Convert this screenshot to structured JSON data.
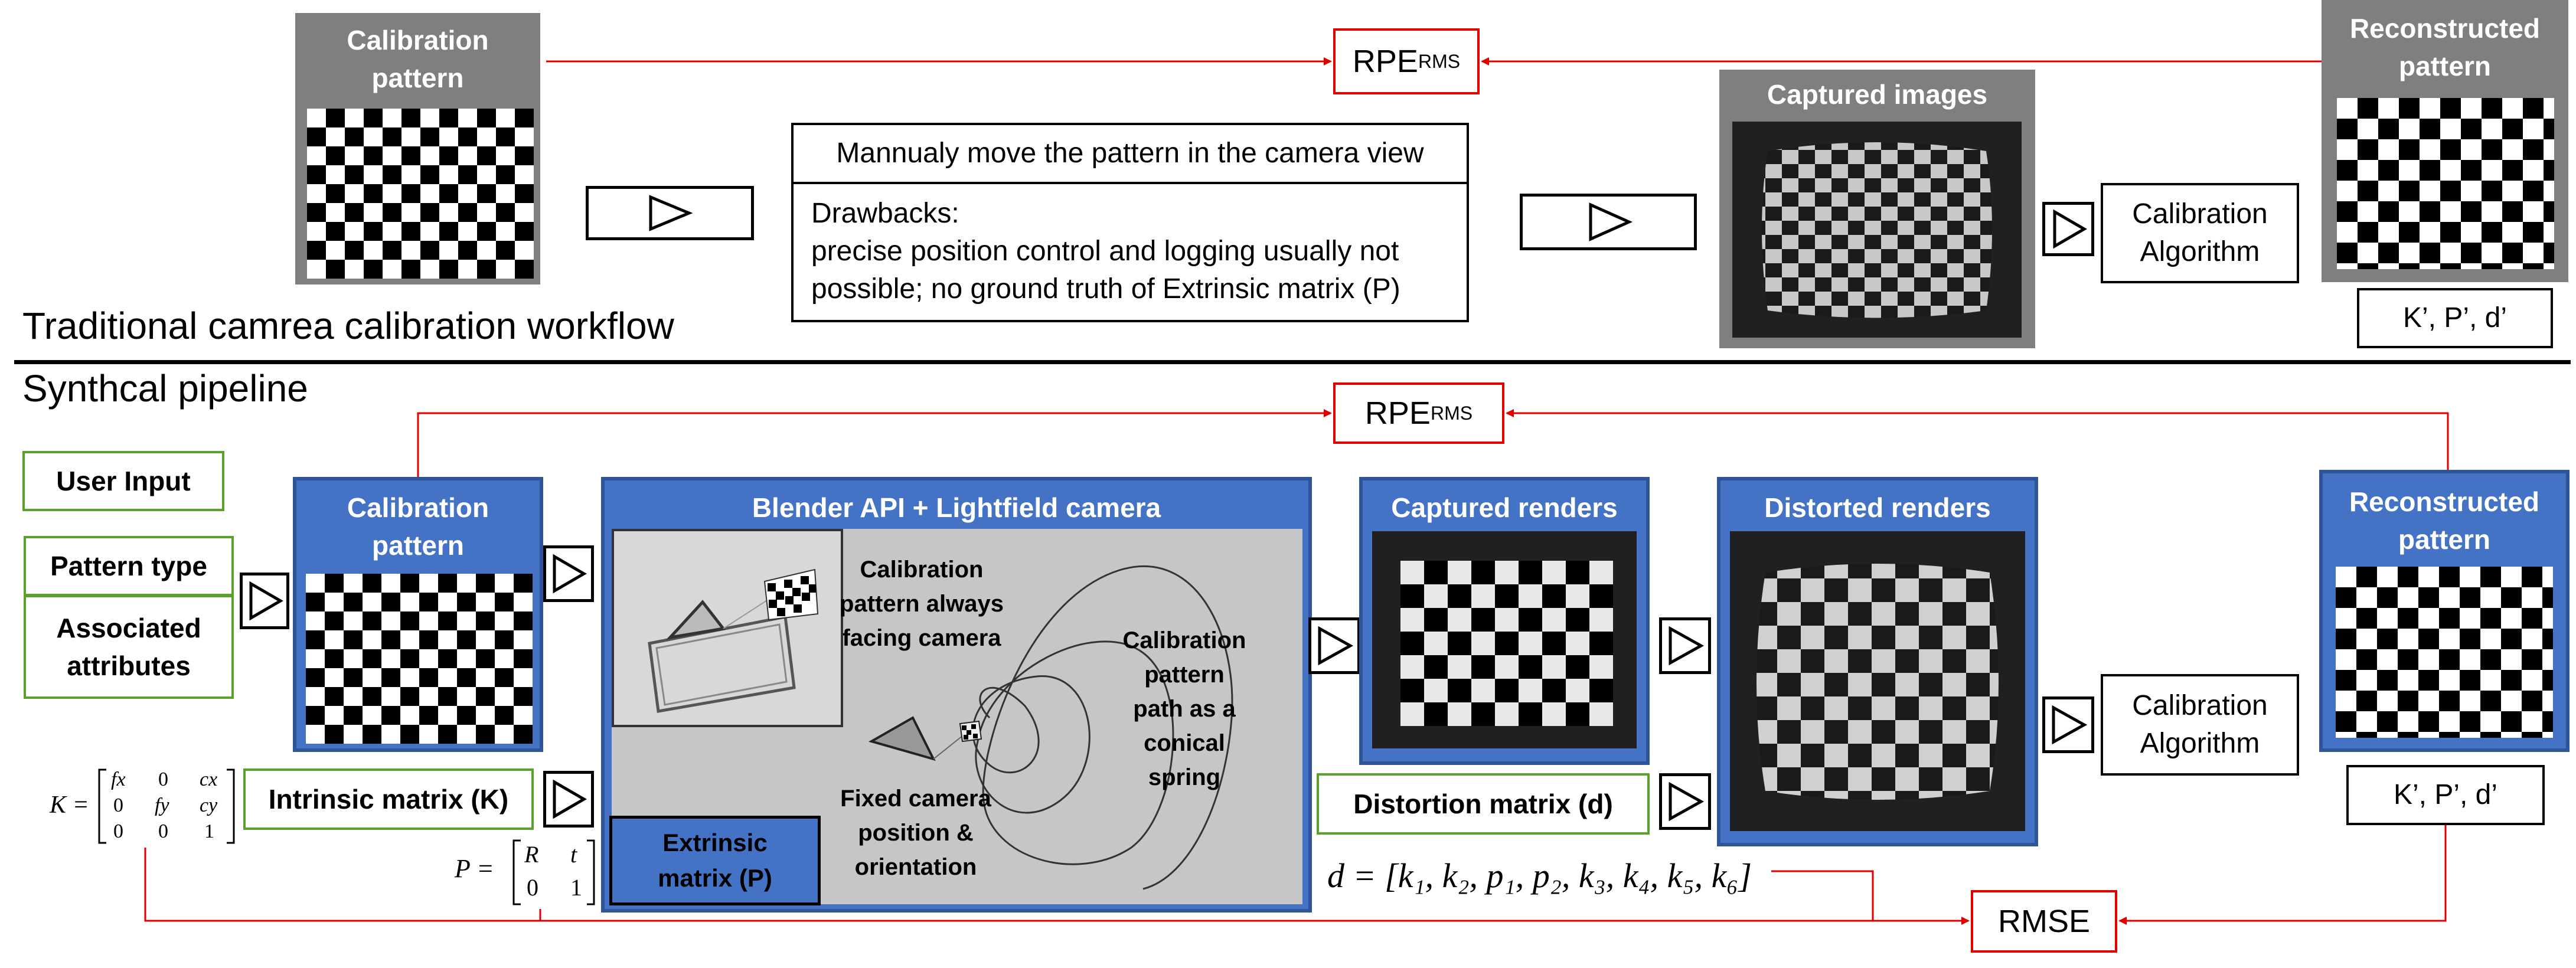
{
  "top": {
    "section_label": "Traditional camrea calibration workflow",
    "calib_pattern_line1": "Calibration",
    "calib_pattern_line2": "pattern",
    "rpe_main": "RPE",
    "rpe_sub": "RMS",
    "manual_move": "Mannualy move the pattern in the camera view",
    "drawbacks_line1": "Drawbacks:",
    "drawbacks_line2": "precise position control and logging usually not",
    "drawbacks_line3": "possible; no ground truth of Extrinsic matrix (P)",
    "captured_images": "Captured images",
    "calib_algo_line1": "Calibration",
    "calib_algo_line2": "Algorithm",
    "reconstructed_line1": "Reconstructed",
    "reconstructed_line2": "pattern",
    "kpd": "K’, P’, d’"
  },
  "bottom": {
    "section_label": "Synthcal pipeline",
    "rpe_main": "RPE",
    "rpe_sub": "RMS",
    "user_input": "User Input",
    "pattern_type": "Pattern type",
    "assoc_line1": "Associated",
    "assoc_line2": "attributes",
    "calib_pattern_line1": "Calibration",
    "calib_pattern_line2": "pattern",
    "blender_title": "Blender API + Lightfield camera",
    "facing_line1": "Calibration",
    "facing_line2": "pattern always",
    "facing_line3": "facing camera",
    "path_line1": "Calibration",
    "path_line2": "pattern",
    "path_line3": "path as a",
    "path_line4": "conical",
    "path_line5": "spring",
    "fixed_line1": "Fixed camera",
    "fixed_line2": "position &",
    "fixed_line3": "orientation",
    "extrinsic_line1": "Extrinsic",
    "extrinsic_line2": "matrix (P)",
    "intrinsic": "Intrinsic matrix (K)",
    "captured_renders": "Captured renders",
    "distorted_renders": "Distorted renders",
    "distortion_matrix": "Distortion matrix (d)",
    "d_equation": "d = [k₁, k₂, p₁, p₂, k₃, k₄, k₅, k₆]",
    "calib_algo_line1": "Calibration",
    "calib_algo_line2": "Algorithm",
    "reconstructed_line1": "Reconstructed",
    "reconstructed_line2": "pattern",
    "kpd": "K’, P’, d’",
    "rmse": "RMSE",
    "k_label": "K =",
    "k_matrix": [
      "fx",
      "0",
      "cx",
      "0",
      "fy",
      "cy",
      "0",
      "0",
      "1"
    ],
    "p_label": "P =",
    "p_matrix": [
      "R",
      "t",
      "0",
      "1"
    ]
  },
  "colors": {
    "arrow_red": "#e00000",
    "panel_blue": "#4472c4",
    "panel_gray": "#7f7f7f",
    "input_green": "#5aa02c"
  }
}
